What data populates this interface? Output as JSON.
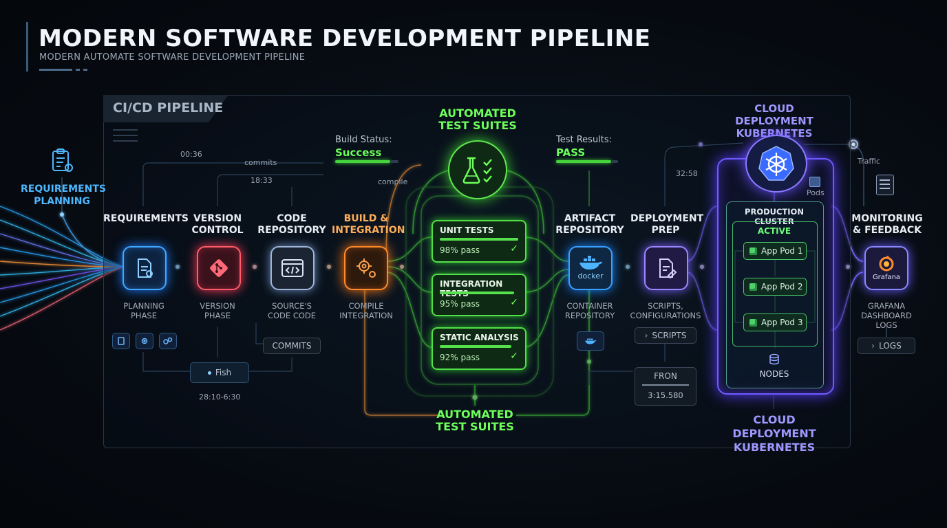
{
  "header": {
    "title": "MODERN SOFTWARE DEVELOPMENT PIPELINE",
    "subtitle": "MODERN AUTOMATE SOFTWARE DEVELOPMENT PIPELINE"
  },
  "frame": {
    "label": "CI/CD PIPELINE"
  },
  "requirements_planning": {
    "label_line1": "REQUIREMENTS",
    "label_line2": "PLANNING"
  },
  "stages": {
    "requirements": {
      "title": "REQUIREMENTS",
      "sub_line1": "PLANNING",
      "sub_line2": "PHASE"
    },
    "version_control": {
      "title_line1": "VERSION",
      "title_line2": "CONTROL",
      "sub_line1": "VERSION",
      "sub_line2": "PHASE"
    },
    "code_repository": {
      "title_line1": "CODE",
      "title_line2": "REPOSITORY",
      "sub_line1": "SOURCE'S",
      "sub_line2": "CODE CODE",
      "chip": "COMMITS"
    },
    "build": {
      "title_line1": "BUILD &",
      "title_line2": "INTEGRATION",
      "sub_line1": "COMPILE",
      "sub_line2": "INTEGRATION"
    },
    "artifact": {
      "title_line1": "ARTIFACT",
      "title_line2": "REPOSITORY",
      "sub_line1": "CONTAINER",
      "sub_line2": "REPOSITORY",
      "icon_text": "docker"
    },
    "deployment_prep": {
      "title_line1": "DEPLOYMENT",
      "title_line2": "PREP",
      "sub_line1": "SCRIPTS,",
      "sub_line2": "CONFIGURATIONS",
      "chip": "SCRIPTS",
      "panel_title": "FRON",
      "panel_value": "3:15.580"
    },
    "monitoring": {
      "title_line1": "MONITORING",
      "title_line2": "& FEEDBACK",
      "sub_line1": "GRAFANA",
      "sub_line2": "DASHBOARD",
      "sub_line3": "LOGS",
      "chip": "LOGS",
      "icon_text": "Grafana"
    }
  },
  "annotations": {
    "time_top": "00:36",
    "commits": "commits",
    "time_mid": "18:33",
    "fish": "Fish",
    "fish_time": "28:10-6:30",
    "compile": "compile",
    "deploy_time": "32:58",
    "pods": "Pods",
    "traffic": "Traffic"
  },
  "build_status": {
    "label": "Build Status:",
    "value": "Success"
  },
  "test_results": {
    "label": "Test Results:",
    "value": "PASS"
  },
  "test_suites": {
    "top_line1": "AUTOMATED",
    "top_line2": "TEST SUITES",
    "bottom_line1": "AUTOMATED",
    "bottom_line2": "TEST SUITES",
    "cards": [
      {
        "name": "UNIT TESTS",
        "pass": "98% pass"
      },
      {
        "name": "INTEGRATION TESTS",
        "pass": "95% pass"
      },
      {
        "name": "STATIC ANALYSIS",
        "pass": "92% pass"
      }
    ]
  },
  "cloud": {
    "top_line1": "CLOUD DEPLOYMENT",
    "top_line2": "KUBERNETES",
    "bottom_line1": "CLOUD DEPLOYMENT",
    "bottom_line2": "KUBERNETES",
    "cluster_title": "PRODUCTION CLUSTER",
    "active": "ACTIVE",
    "pods": [
      "App Pod 1",
      "App Pod 2",
      "App Pod 3"
    ],
    "nodes": "NODES"
  }
}
